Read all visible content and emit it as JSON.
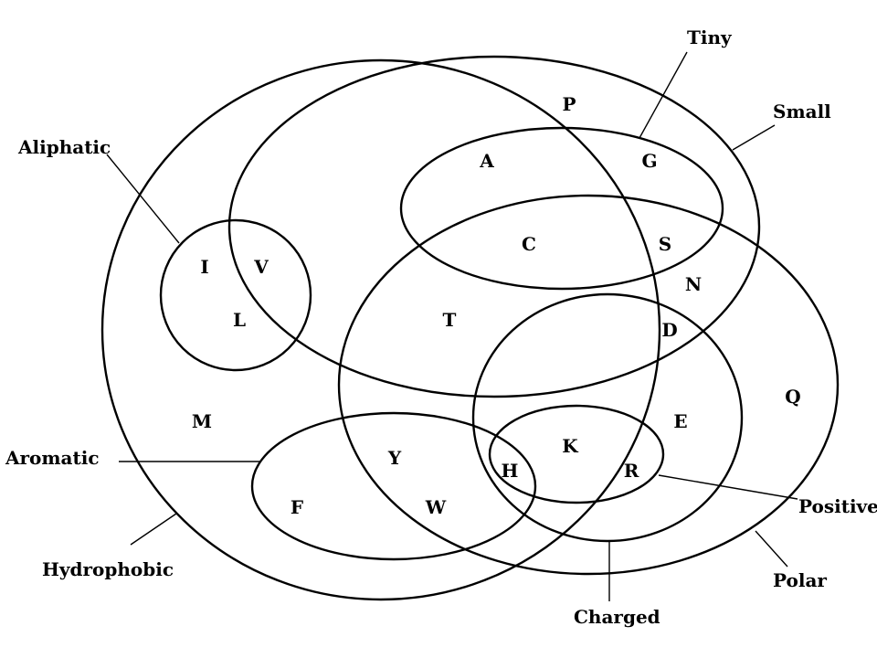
{
  "set_labels": {
    "tiny": "Tiny",
    "small": "Small",
    "aliphatic": "Aliphatic",
    "aromatic": "Aromatic",
    "hydrophobic": "Hydrophobic",
    "positive": "Positive",
    "polar": "Polar",
    "charged": "Charged"
  },
  "amino_acids": {
    "P": "P",
    "A": "A",
    "G": "G",
    "C": "C",
    "S": "S",
    "N": "N",
    "I": "I",
    "V": "V",
    "L": "L",
    "T": "T",
    "D": "D",
    "M": "M",
    "Q": "Q",
    "E": "E",
    "K": "K",
    "Y": "Y",
    "H": "H",
    "R": "R",
    "F": "F",
    "W": "W"
  },
  "colors": {
    "line": "#000000",
    "background": "#ffffff"
  }
}
